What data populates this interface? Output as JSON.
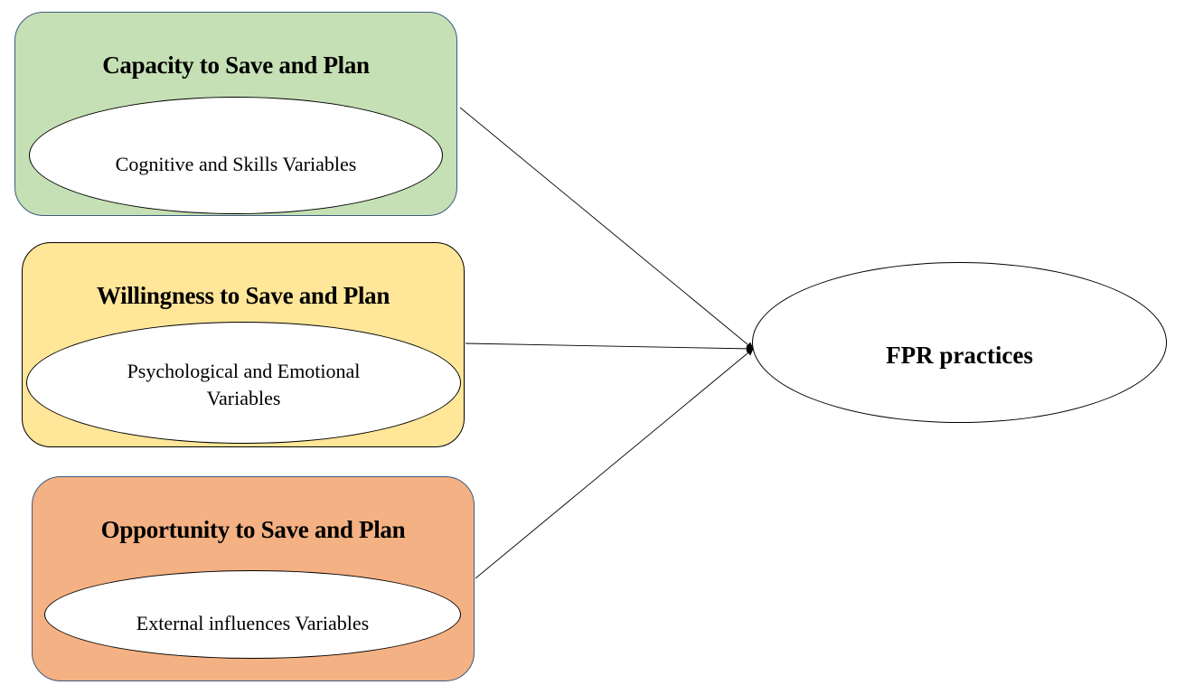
{
  "diagram": {
    "groups": [
      {
        "id": "capacity",
        "title": "Capacity to Save and Plan",
        "variable": "Cognitive and Skills Variables",
        "color": "#c5e0b4"
      },
      {
        "id": "willingness",
        "title": "Willingness to Save and Plan",
        "variable_line1": "Psychological and Emotional",
        "variable_line2": "Variables",
        "color": "#ffe699"
      },
      {
        "id": "opportunity",
        "title": "Opportunity to Save and Plan",
        "variable": "External influences Variables",
        "color": "#f4b183"
      }
    ],
    "outcome": "FPR practices",
    "edges": [
      {
        "from": "capacity",
        "to": "outcome"
      },
      {
        "from": "willingness",
        "to": "outcome"
      },
      {
        "from": "opportunity",
        "to": "outcome"
      }
    ]
  }
}
